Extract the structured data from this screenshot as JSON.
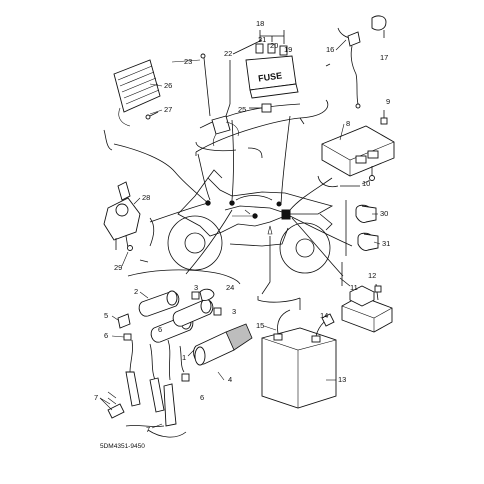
{
  "diagram": {
    "diagram_code": "5DM4351-9450",
    "fuse_box_label": "FUSE",
    "part_numbers": {
      "p1": "1",
      "p2": "2",
      "p3": "3",
      "p3b": "3",
      "p4": "4",
      "p5": "5",
      "p6": "6",
      "p6b": "6",
      "p6c": "6",
      "p7": "7",
      "p7b": "7",
      "p8": "8",
      "p9": "9",
      "p10": "10",
      "p11": "11",
      "p12": "12",
      "p13": "13",
      "p14": "14",
      "p15": "15",
      "p16": "16",
      "p17": "17",
      "p18": "18",
      "p19": "19",
      "p20": "20",
      "p21": "21",
      "p22": "22",
      "p23": "23",
      "p24": "24",
      "p25": "25",
      "p26": "26",
      "p27": "27",
      "p28": "28",
      "p29": "29",
      "p30": "30",
      "p31": "31"
    }
  }
}
